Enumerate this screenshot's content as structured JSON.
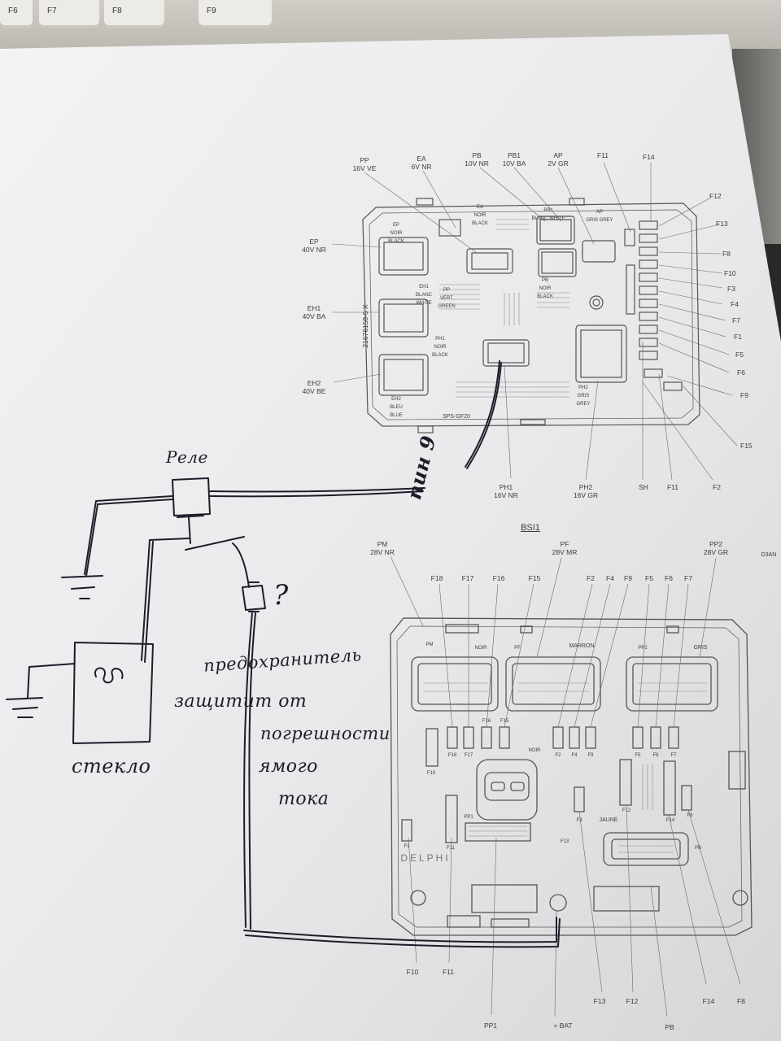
{
  "keyboard": {
    "keys": [
      {
        "id": "f6",
        "label": "F6"
      },
      {
        "id": "f7",
        "label": "F7"
      },
      {
        "id": "f8",
        "label": "F8"
      },
      {
        "id": "f9",
        "label": "F9"
      }
    ]
  },
  "bsm": {
    "connectors": {
      "pp": "PP\n16V VE",
      "ea": "EA\n6V NR",
      "pb": "PB\n10V NR",
      "pb1": "PB1\n10V BA",
      "ap": "AP\n2V GR",
      "ep": "EP\n40V NR",
      "eh1": "EH1\n40V BA",
      "eh2": "EH2\n40V BE",
      "ph1": "PH1\n16V NR",
      "ph2": "PH2\n16V GR",
      "sh": "SH"
    },
    "fuses_right": [
      "F14",
      "F12",
      "F13",
      "F8",
      "F10",
      "F3",
      "F4",
      "F7",
      "F1",
      "F5",
      "F6",
      "F9",
      "F15"
    ],
    "fuses_bottom": [
      "F11",
      "F2"
    ],
    "fuse_top": "F11",
    "part_number": "21676158-5 X",
    "code": "SPS-GF20",
    "inner": {
      "ea": "EA\nNOIR\nBLACK",
      "pb1": "PB1\nBLANC WHITE",
      "ap": "AP\nGRIS GREY",
      "ep": "EP\nNOIR\nBLACK",
      "eh1": "EH1\nBLANC\nWHITE",
      "pp": "PP\nVERT\nGREEN",
      "pb": "PB\nNOIR\nBLACK",
      "ph1": "PH1\nNOIR\nBLACK",
      "ph2": "PH2\nGRIS\nGREY",
      "eh2": "EH2\nBLEU\nBLUE"
    }
  },
  "bsi": {
    "title": "BSI1",
    "connectors": {
      "pm": "PM\n28V NR",
      "pf": "PF\n28V MR",
      "pp2": "PP2\n28V GR"
    },
    "fuses_top": [
      "F18",
      "F17",
      "F16",
      "F15",
      "F2",
      "F4",
      "F9",
      "F5",
      "F6",
      "F7"
    ],
    "fuses_bottom": [
      "F10",
      "F11",
      "F13",
      "F12",
      "F14",
      "F8"
    ],
    "bottom_labels": {
      "pp1": "PP1",
      "bat": "+ BAT",
      "pb": "PB"
    },
    "inner": {
      "noir1": "NOIR",
      "pf": "PF",
      "marron": "MARRON",
      "pp2": "PP2",
      "gris": "GRIS",
      "noir2": "NOIR",
      "jaune": "JAUNE",
      "delphi": "DELPHI",
      "pm": "PM",
      "f18": "F18",
      "f17": "F17",
      "f16": "F16",
      "f15": "F15",
      "f2": "F2",
      "f4": "F4",
      "f9": "F9",
      "f5": "F5",
      "f6": "F6",
      "f7": "F7",
      "f10": "F10",
      "f1": "F1",
      "f11": "F11",
      "f13": "F13",
      "f3": "F3",
      "f12": "F12",
      "f14": "F14",
      "f8": "F8",
      "pp1": "PP1",
      "pb": "PB"
    },
    "edge_text": "D3AN"
  },
  "handwriting": {
    "relay": "Реле",
    "pin": "пин 9",
    "question": "?",
    "fuse_line1": "предохранитель",
    "fuse_line2": "защитит от",
    "fuse_line3": "погрешности",
    "fuse_line4": "ямого",
    "fuse_line5": "тока",
    "glass": "стекло"
  },
  "colors": {
    "paper": "#ecebec",
    "print": "#4a4a4a",
    "pen": "#1d1d2a"
  }
}
